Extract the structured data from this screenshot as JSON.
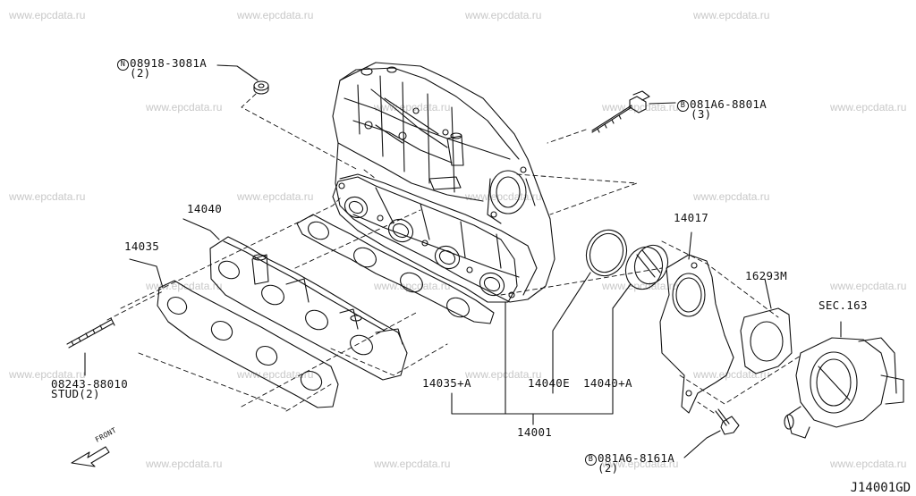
{
  "watermark": "www.epcdata.ru",
  "callouts": {
    "bolt_n_part": "08918-3081A",
    "bolt_n_marker": "N",
    "bolt_n_qty": "(2)",
    "bolt_b1_part": "081A6-8801A",
    "bolt_b1_marker": "B",
    "bolt_b1_qty": "(3)",
    "bolt_b2_part": "081A6-8161A",
    "bolt_b2_marker": "B",
    "bolt_b2_qty": "(2)",
    "stud_part": "08243-88010",
    "stud_label": "STUD(2)",
    "p14040": "14040",
    "p14035": "14035",
    "p14017": "14017",
    "p16293M": "16293M",
    "sec163": "SEC.163",
    "p14035A": "14035+A",
    "p14040E": "14040E",
    "p14040A": "14040+A",
    "p14001": "14001"
  },
  "front_label": "FRONT",
  "diagram_code": "J14001GD"
}
